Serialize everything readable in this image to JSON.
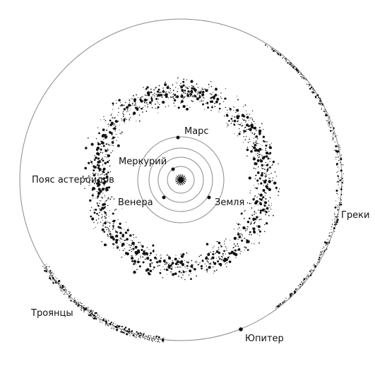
{
  "labels": {
    "mars": "Марс",
    "mercury": "Меркурий",
    "venus": "Венера",
    "earth": "Земля",
    "asteroid_belt": "Пояс астероидов",
    "greeks": "Греки",
    "trojans": "Троянцы",
    "jupiter": "Юпитер"
  },
  "colors": {
    "ink": "#111111",
    "orbit": "#8a8a8a",
    "background": "#ffffff"
  },
  "sun": {
    "icon": "sun-icon"
  }
}
